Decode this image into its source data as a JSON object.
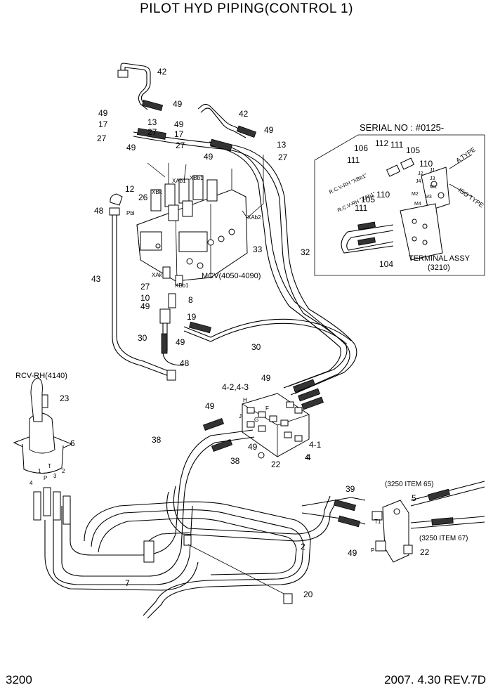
{
  "title": "PILOT HYD PIPING(CONTROL 1)",
  "page_number": "3200",
  "revision": "2007. 4.30  REV.7D",
  "inset": {
    "serial": "SERIAL NO : #0125-",
    "terminal_title": "TERMINAL ASSY",
    "terminal_ref": "(3210)",
    "a_type": "A TYPE",
    "iso_type": "ISO TYPE",
    "rcv_rh_xbb1": "R.C.V-RH \"XBb1\"",
    "rcv_rh_xab1": "R.C.V-RH \"XAb1\"",
    "port_j1": "J1",
    "port_j2": "J2",
    "port_j3": "J3",
    "port_j4": "J4",
    "port_m1": "M1",
    "port_m2": "M2",
    "port_m3": "M3",
    "port_m4": "M4"
  },
  "labels": {
    "mcv": "MCV(4050-4090)",
    "rcv": "RCV-RH(4140)",
    "ref65": "(3250 ITEM 65)",
    "ref67": "(3250 ITEM 67)",
    "xbk": "XBk",
    "xab1": "XAb1",
    "xbb1": "XBb1",
    "xab2": "XAb2",
    "xak": "XAk",
    "xbb1_low": "XBb1",
    "pbl": "Pbl",
    "port_1": "1",
    "port_2": "2",
    "port_3": "3",
    "port_4": "4",
    "port_p": "P",
    "port_t": "T",
    "port_h": "H",
    "port_j": "J",
    "port_g": "G",
    "port_f": "F",
    "port_t1": "T1",
    "port_p_valve": "P"
  },
  "callouts": [
    "42",
    "49",
    "49",
    "13",
    "17",
    "27",
    "49",
    "27",
    "49",
    "42",
    "49",
    "13",
    "17",
    "49",
    "27",
    "27",
    "12",
    "26",
    "48",
    "43",
    "33",
    "32",
    "27",
    "10",
    "49",
    "8",
    "19",
    "49",
    "30",
    "30",
    "48",
    "23",
    "6",
    "4",
    "2",
    "7",
    "38",
    "38",
    "49",
    "4-2,4-3",
    "49",
    "49",
    "4-1",
    "4",
    "22",
    "20",
    "39",
    "5",
    "49",
    "22",
    "106",
    "112",
    "111",
    "105",
    "111",
    "110",
    "110",
    "105",
    "111",
    "104"
  ]
}
